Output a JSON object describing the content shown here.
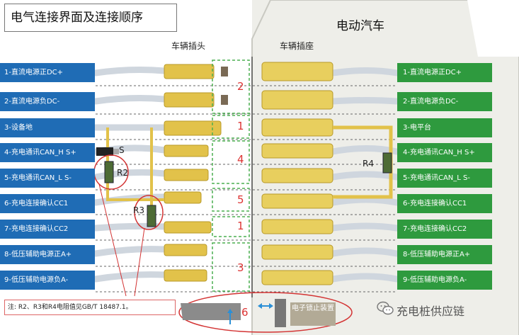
{
  "header": {
    "title": "电气连接界面及连接顺序",
    "vehicle_label": "电动汽车"
  },
  "sections": {
    "plug": "车辆插头",
    "socket": "车辆插座"
  },
  "left_pins": [
    "1-直流电源正DC+",
    "2-直流电源负DC-",
    "3-设备地",
    "4-充电通讯CAN_H S+",
    "5-充电通讯CAN_L S-",
    "6-充电连接确认CC1",
    "7-充电连接确认CC2",
    "8-低压辅助电源正A+",
    "9-低压辅助电源负A-"
  ],
  "right_pins": [
    "1-直流电源正DC+",
    "2-直流电源负DC-",
    "3-电平台",
    "4-充电通讯CAN_H S+",
    "5-充电通讯CAN_L S-",
    "6-充电连接确认CC1",
    "7-充电连接确认CC2",
    "8-低压辅助电源正A+",
    "9-低压辅助电源负A-"
  ],
  "sequence_numbers": [
    "2",
    "1",
    "4",
    "5",
    "1",
    "3",
    "6"
  ],
  "components": {
    "switch": "S",
    "r2": "R2",
    "r3": "R3",
    "r4": "R4"
  },
  "note": "注: R2、R3和R4电阻值见GB/T 18487.1。",
  "lock_device": "电子锁止装置",
  "watermark": "充电桩供应链",
  "colors": {
    "left_pin_bg": "#1f6cb5",
    "right_pin_bg": "#2e9a3e",
    "pin_metal": "#e2c24a",
    "dashed_box": "#4caf50",
    "highlight": "#d33333"
  }
}
